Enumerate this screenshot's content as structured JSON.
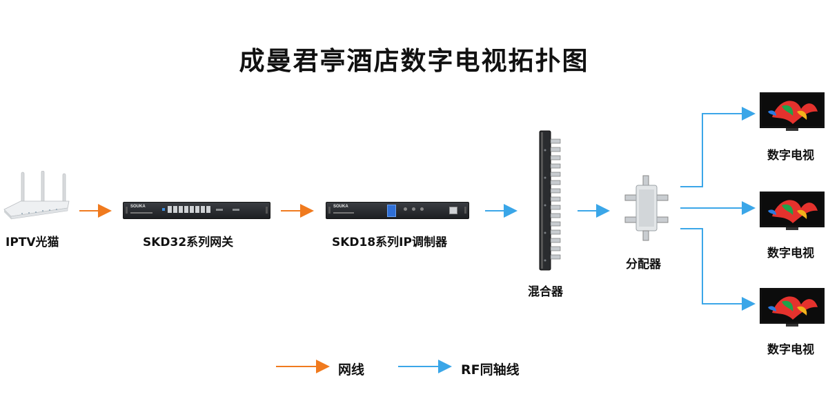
{
  "title": "成曼君亭酒店数字电视拓扑图",
  "colors": {
    "network": "#f07a1e",
    "rf": "#3aa6e8"
  },
  "nodes": {
    "router": "IPTV光猫",
    "gateway": "SKD32系列网关",
    "modulator": "SKD18系列IP调制器",
    "combiner": "混合器",
    "splitter": "分配器",
    "tv1": "数字电视",
    "tv2": "数字电视",
    "tv3": "数字电视"
  },
  "devices": {
    "gateway_brand": "SOUKA",
    "modulator_brand": "SOUKA"
  },
  "legend": {
    "network": "网线",
    "rf": "RF同轴线"
  }
}
